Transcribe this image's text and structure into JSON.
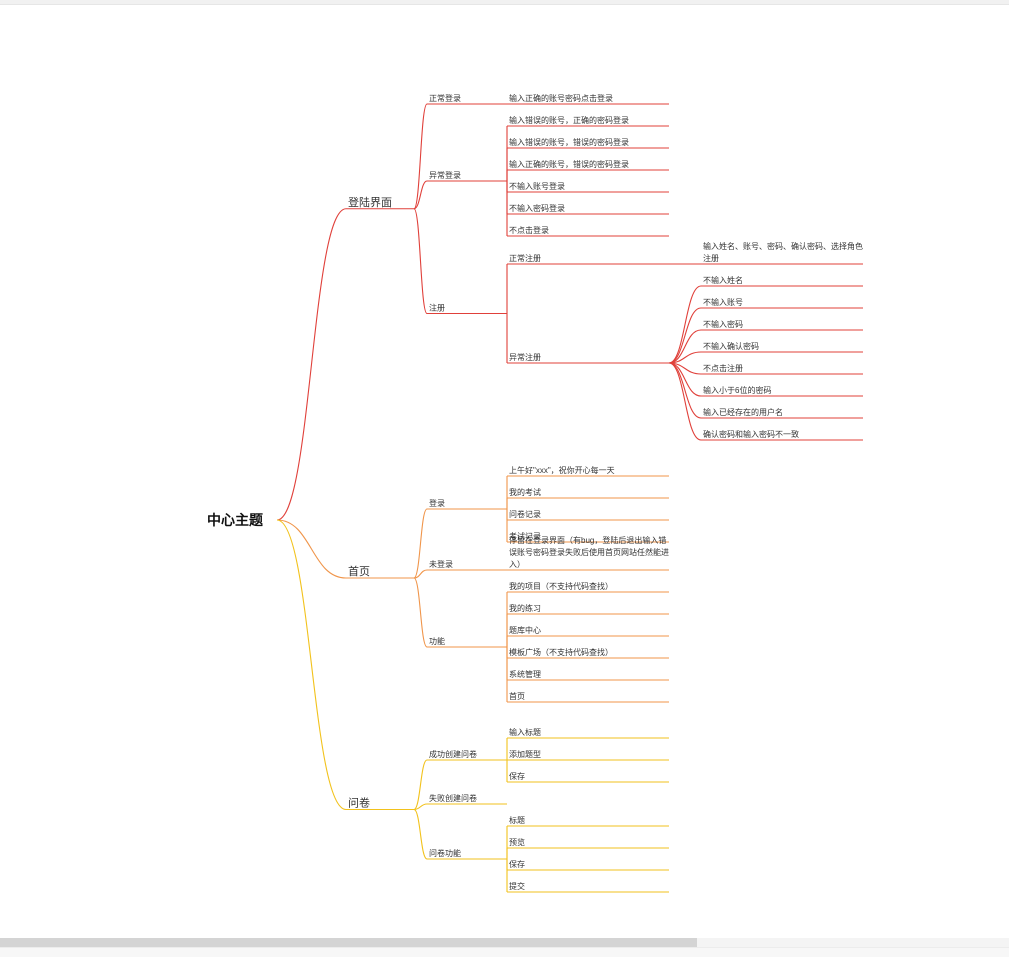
{
  "mindmap": {
    "root": "中心主题",
    "branches": [
      {
        "label": "登陆界面",
        "color": "#e0403a",
        "children": [
          {
            "label": "正常登录",
            "children": [
              {
                "label": "输入正确的账号密码点击登录"
              }
            ]
          },
          {
            "label": "异常登录",
            "children": [
              {
                "label": "输入错误的账号，正确的密码登录"
              },
              {
                "label": "输入错误的账号，错误的密码登录"
              },
              {
                "label": "输入正确的账号，错误的密码登录"
              },
              {
                "label": "不输入账号登录"
              },
              {
                "label": "不输入密码登录"
              },
              {
                "label": "不点击登录"
              }
            ]
          },
          {
            "label": "注册",
            "children": [
              {
                "label": "正常注册",
                "children": [
                  {
                    "label": "输入姓名、账号、密码、确认密码、选择角色注册"
                  }
                ]
              },
              {
                "label": "异常注册",
                "children": [
                  {
                    "label": "不输入姓名"
                  },
                  {
                    "label": "不输入账号"
                  },
                  {
                    "label": "不输入密码"
                  },
                  {
                    "label": "不输入确认密码"
                  },
                  {
                    "label": "不点击注册"
                  },
                  {
                    "label": "输入小于6位的密码"
                  },
                  {
                    "label": "输入已经存在的用户名"
                  },
                  {
                    "label": "确认密码和输入密码不一致"
                  }
                ]
              }
            ]
          }
        ]
      },
      {
        "label": "首页",
        "color": "#f0954a",
        "children": [
          {
            "label": "登录",
            "children": [
              {
                "label": "上午好\"xxx\"，祝你开心每一天"
              },
              {
                "label": "我的考试"
              },
              {
                "label": "问卷记录"
              },
              {
                "label": "考试记录"
              }
            ]
          },
          {
            "label": "未登录",
            "children": [
              {
                "label": "停留在登录界面（有bug，登陆后退出输入错误账号密码登录失败后使用首页网站任然能进入）"
              }
            ]
          },
          {
            "label": "功能",
            "children": [
              {
                "label": "我的项目（不支持代码查找）"
              },
              {
                "label": "我的练习"
              },
              {
                "label": "题库中心"
              },
              {
                "label": "模板广场（不支持代码查找）"
              },
              {
                "label": "系统管理"
              },
              {
                "label": "首页"
              }
            ]
          }
        ]
      },
      {
        "label": "问卷",
        "color": "#f2c21c",
        "children": [
          {
            "label": "成功创建问卷",
            "children": [
              {
                "label": "输入标题"
              },
              {
                "label": "添加题型"
              },
              {
                "label": "保存"
              }
            ]
          },
          {
            "label": "失败创建问卷"
          },
          {
            "label": "问卷功能",
            "children": [
              {
                "label": "标题"
              },
              {
                "label": "预览"
              },
              {
                "label": "保存"
              },
              {
                "label": "提交"
              }
            ]
          }
        ]
      }
    ]
  }
}
